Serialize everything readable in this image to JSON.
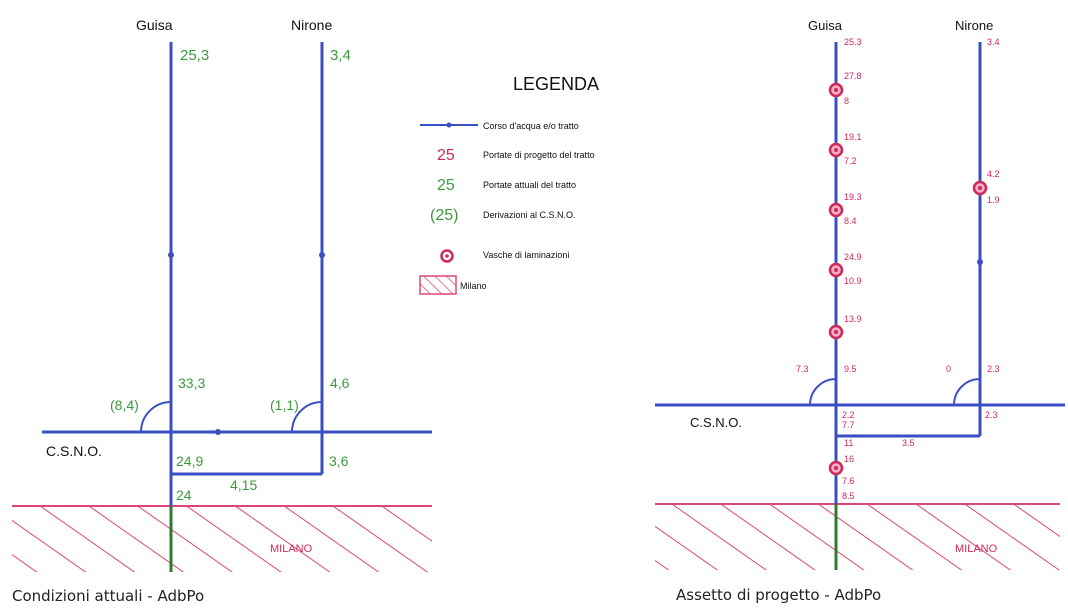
{
  "left": {
    "guisa": "Guisa",
    "nirone": "Nirone",
    "csno": "C.S.N.O.",
    "milano": "MILANO",
    "caption": "Condizioni attuali - AdbPo",
    "v_guisa_top": "25,3",
    "v_nirone_top": "3,4",
    "v_guisa_mid": "33,3",
    "v_nirone_mid": "4,6",
    "v_deriv_guisa": "(8,4)",
    "v_deriv_nirone": "(1,1)",
    "v_guisa_low": "24,9",
    "v_nirone_low": "3,6",
    "v_bottom": "4,15",
    "v_guisa_out": "24"
  },
  "legend": {
    "title": "LEGENDA",
    "items": [
      {
        "symbol": "",
        "text": "Corso d'acqua e/o tratto"
      },
      {
        "symbol": "25",
        "text": "Portate di progetto del tratto",
        "color": "#d0285a"
      },
      {
        "symbol": "25",
        "text": "Portate attuali del tratto",
        "color": "#3d9a3d"
      },
      {
        "symbol": "(25)",
        "text": "Derivazioni al C.S.N.O.",
        "color": "#3d9a3d"
      },
      {
        "symbol": "",
        "text": "Vasche di laminazioni"
      },
      {
        "symbol": "",
        "text": "Milano"
      }
    ]
  },
  "right": {
    "guisa": "Guisa",
    "nirone": "Nirone",
    "csno": "C.S.N.O.",
    "milano": "MILANO",
    "caption": "Assetto di progetto - AdbPo",
    "guisa_values": [
      "25.3",
      "27.8",
      "8",
      "19.1",
      "7.2",
      "19.3",
      "8.4",
      "24.9",
      "10.9",
      "13.9"
    ],
    "nirone_values": [
      "3.4",
      "4.2",
      "1.9"
    ],
    "deriv_guisa": "7.3",
    "guisa_junction": "9.5",
    "deriv_nirone": "0",
    "nirone_junction": "2.3",
    "below_csno_a": "2.2",
    "below_csno_b": "7.7",
    "nirone_below": "2.3",
    "after_merge": "11",
    "bottom_branch": "3.5",
    "after_basin_a": "16",
    "after_basin_b": "7.6",
    "outlet": "8.5"
  },
  "colors": {
    "river": "#3a4fc4",
    "green": "#3d9a3d",
    "red": "#d0285a",
    "hatch": "#e0457a",
    "milano_stream": "#2f7a2f"
  }
}
